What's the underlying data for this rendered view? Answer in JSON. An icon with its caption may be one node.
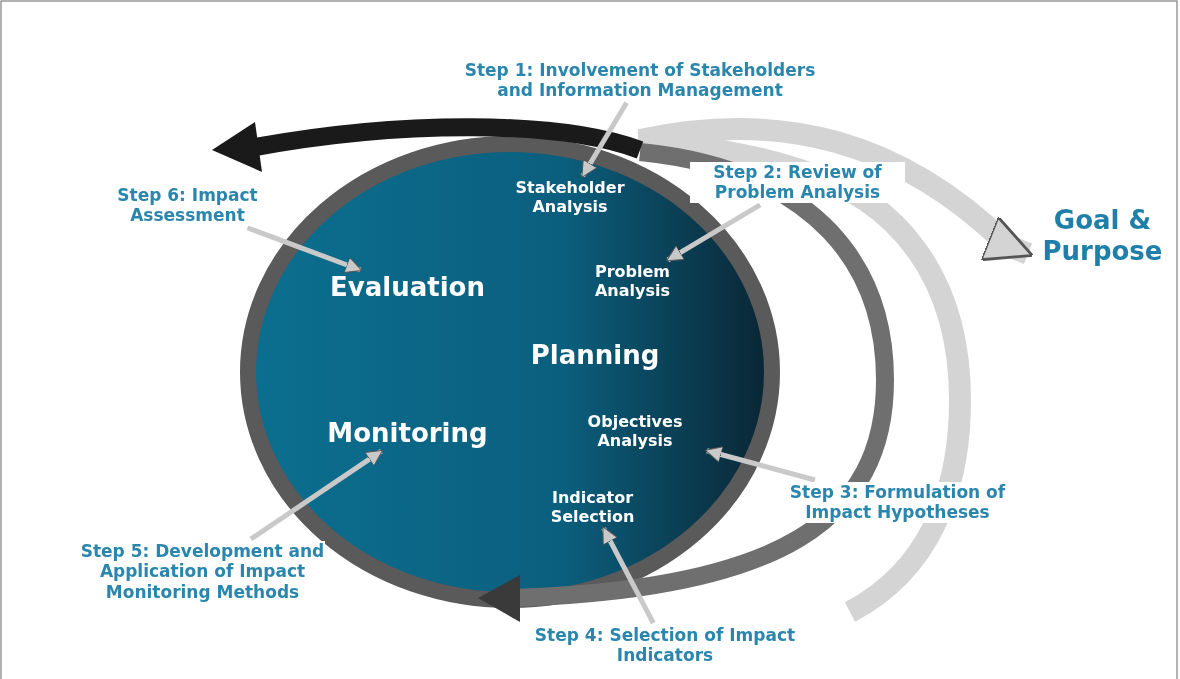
{
  "diagram": {
    "nodes": [
      {
        "text": [
          "Step 1: Involvement of Stakeholders and Information Management"
        ]
      },
      {
        "text": [
          "Stakeholder Analysis"
        ]
      },
      {
        "text": [
          "Step 2: Review of Problem Analysis"
        ]
      },
      {
        "text": [
          "Problem Analysis"
        ]
      },
      {
        "text": [
          "Goal & Purpose"
        ]
      },
      {
        "text": [
          "Step 6: Impact Assessment"
        ]
      },
      {
        "text": [
          "Evaluation"
        ]
      },
      {
        "text": [
          "Planning"
        ]
      },
      {
        "text": [
          "Monitoring"
        ]
      },
      {
        "text": [
          "Objectives Analysis"
        ]
      },
      {
        "text": [
          "Step 3: Formulation of Impact Hypotheses"
        ]
      },
      {
        "text": [
          "Indicator Selection"
        ]
      },
      {
        "text": [
          "Step 5: Development and Application of Impact Monitoring Methods"
        ]
      },
      {
        "text": [
          "Step 4: Selection of Impact Indicators"
        ]
      }
    ],
    "edges": [
      {
        "from": 0,
        "to": 1,
        "arrow": "to"
      },
      {
        "from": 2,
        "to": 3,
        "arrow": "to"
      },
      {
        "from": 5,
        "to": 6,
        "arrow": "to"
      },
      {
        "from": 10,
        "to": 9,
        "arrow": "to"
      },
      {
        "from": 12,
        "to": 8,
        "arrow": "to"
      },
      {
        "from": 13,
        "to": 11,
        "arrow": "to"
      },
      {
        "from": null,
        "to": 4,
        "arrow": "to",
        "style": "thick",
        "color": "#d4d4d4"
      }
    ]
  }
}
